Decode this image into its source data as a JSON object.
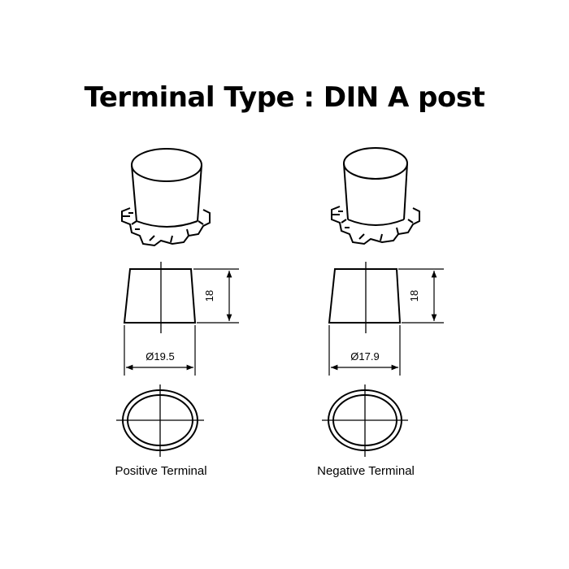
{
  "title": "Terminal Type : DIN A post",
  "terminals": [
    {
      "label": "Positive Terminal",
      "height": "18",
      "diameter": "Ø19.5"
    },
    {
      "label": "Negative Terminal",
      "height": "18",
      "diameter": "Ø17.9"
    }
  ]
}
